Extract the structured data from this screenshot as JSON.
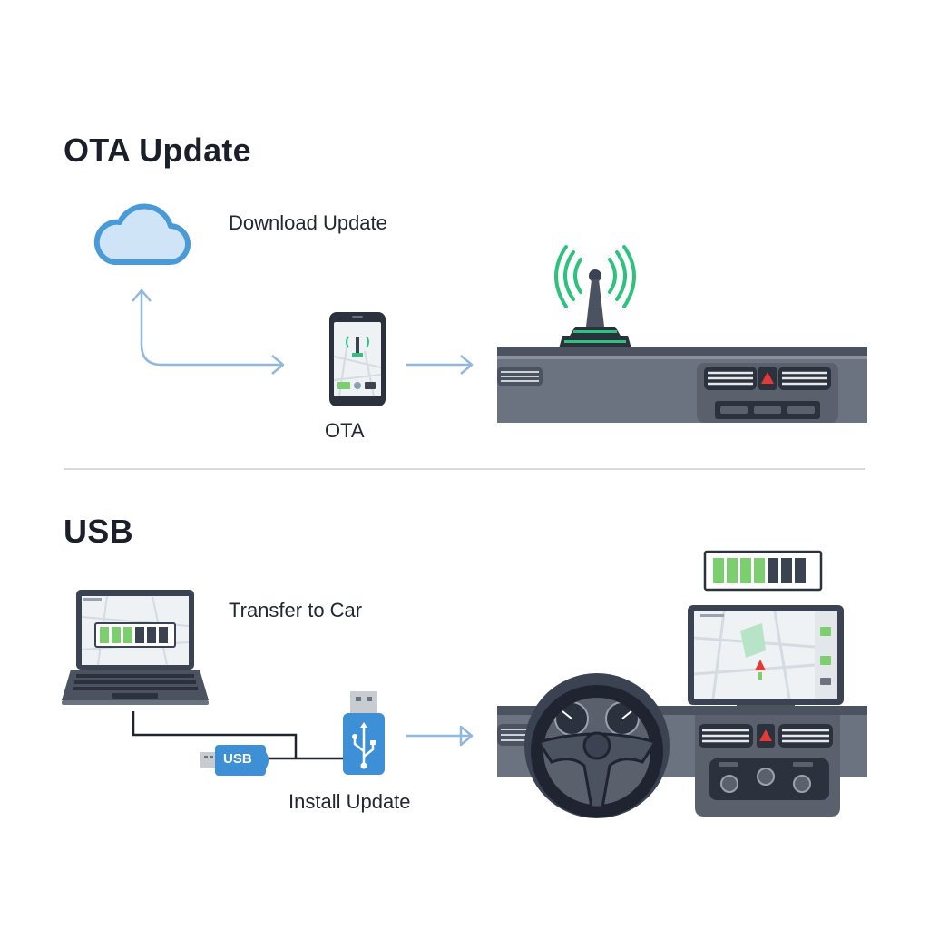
{
  "sections": {
    "ota": {
      "title": "OTA Update",
      "download_label": "Download Update",
      "phone_label": "OTA"
    },
    "usb": {
      "title": "USB",
      "transfer_label": "Transfer to Car",
      "install_label": "Install Update",
      "stick_label": "USB"
    }
  },
  "colors": {
    "arrow": "#8fb8dc",
    "cloud": "#4a9ad8",
    "signal": "#2ec27e",
    "progress_fill": "#7ccf6e",
    "progress_empty": "#3b4252",
    "dashboard": "#6b7280",
    "dashboard_dark": "#4b5260",
    "usb_blue": "#3d8fd6"
  },
  "icons": [
    "cloud-icon",
    "phone-icon",
    "antenna-icon",
    "laptop-icon",
    "usb-stick-icon",
    "usb-drive-icon",
    "steering-wheel-icon",
    "hazard-icon"
  ],
  "progress": {
    "laptop_fill": 0.5,
    "car_fill": 0.6
  }
}
